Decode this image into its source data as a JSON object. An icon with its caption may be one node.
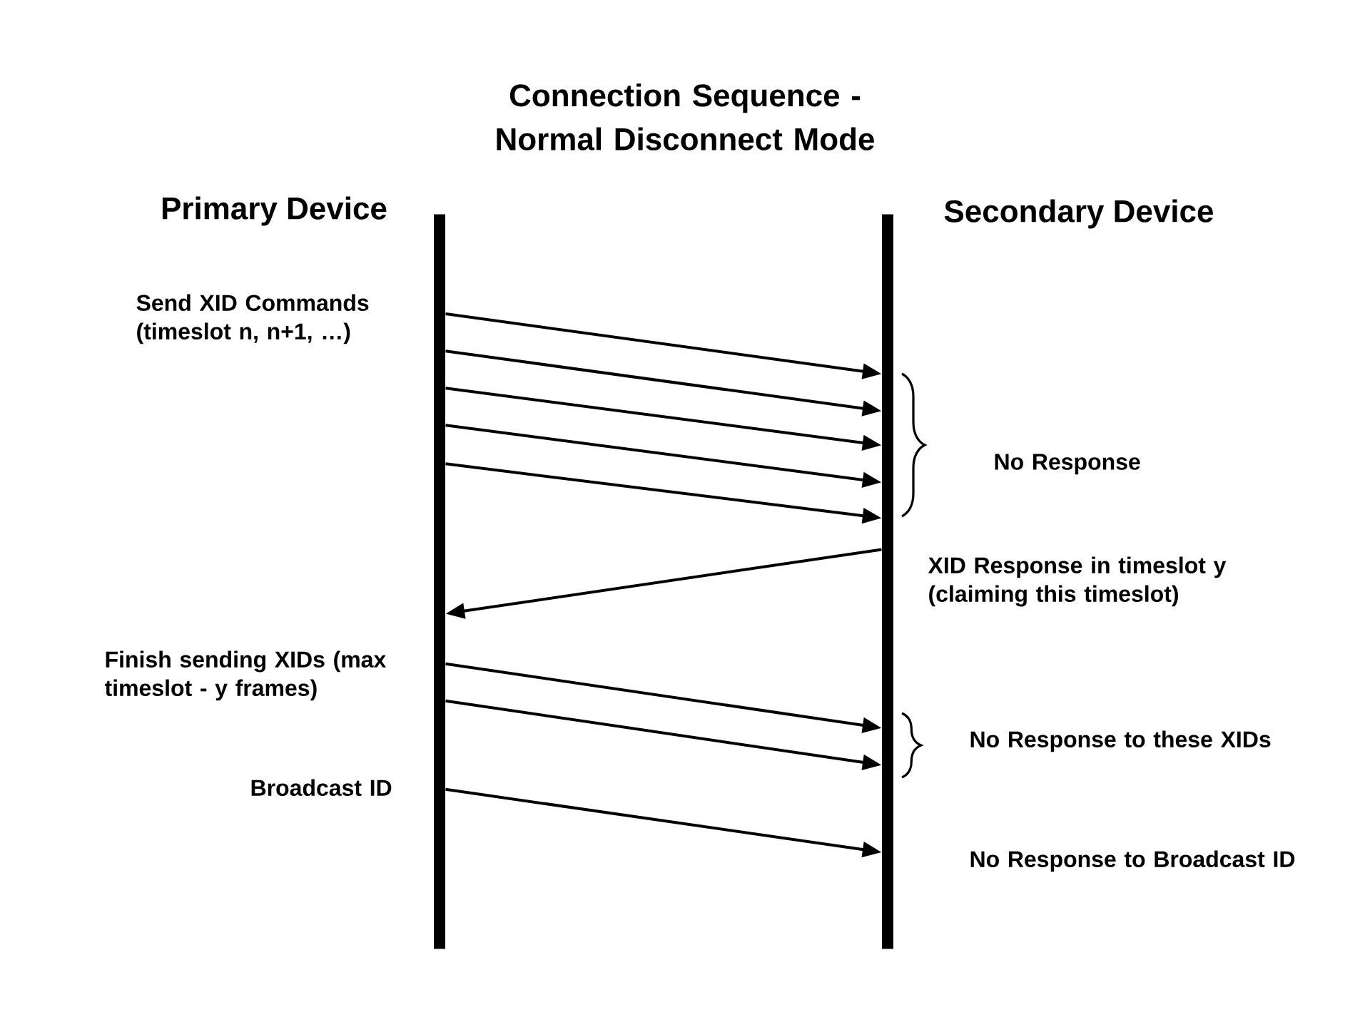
{
  "diagram": {
    "title": "Connection Sequence - Normal Disconnect Mode",
    "nodes": [
      {
        "text": [
          "Primary Device"
        ]
      },
      {
        "text": [
          "Secondary Device"
        ]
      }
    ],
    "edges": [
      {
        "from": 0,
        "to": 1,
        "arrow": "to"
      },
      {
        "from": 0,
        "to": 1,
        "arrow": "to"
      },
      {
        "from": 0,
        "to": 1,
        "arrow": "to"
      },
      {
        "from": 0,
        "to": 1,
        "arrow": "to"
      },
      {
        "from": 0,
        "to": 1,
        "arrow": "to"
      },
      {
        "from": 1,
        "to": 0,
        "arrow": "to"
      },
      {
        "from": 0,
        "to": 1,
        "arrow": "to"
      },
      {
        "from": 0,
        "to": 1,
        "arrow": "to"
      },
      {
        "from": 0,
        "to": 1,
        "arrow": "to"
      }
    ],
    "labels": [
      "Send XID Commands (timeslot n, n+1, …)",
      "No Response",
      "XID Response in timeslot y (claiming this timeslot)",
      "Finish sending XIDs (max timeslot - y frames)",
      "No Response to these XIDs",
      "Broadcast ID",
      "No Response to Broadcast ID"
    ]
  }
}
